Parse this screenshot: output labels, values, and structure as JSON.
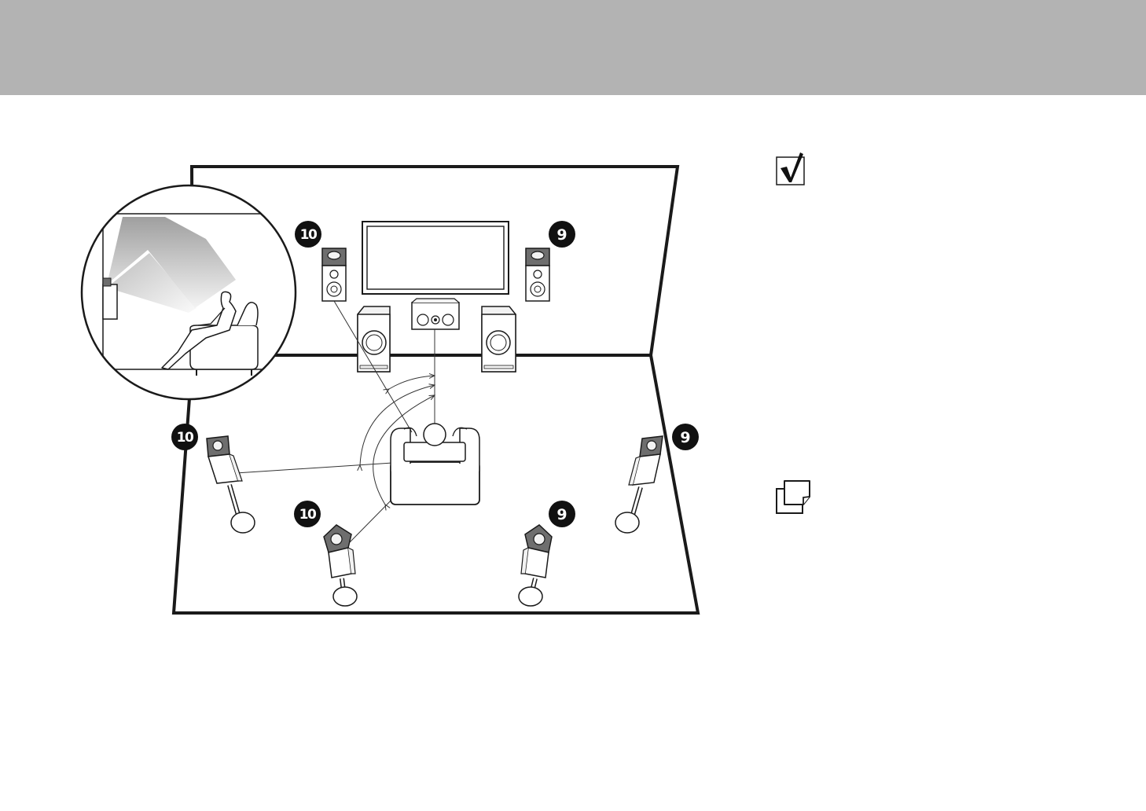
{
  "colors": {
    "header": "#b3b3b3",
    "outline": "#1a1a1a",
    "speaker_top": "#6e6e6e",
    "speaker_light": "#f2f2f2",
    "badge": "#111111"
  },
  "badges": [
    {
      "label": "10"
    },
    {
      "label": "9"
    },
    {
      "label": "10"
    },
    {
      "label": "9"
    },
    {
      "label": "10"
    },
    {
      "label": "9"
    }
  ],
  "icons": {
    "checklist": "checkbox-check-icon",
    "notes": "memo-note-icon"
  }
}
